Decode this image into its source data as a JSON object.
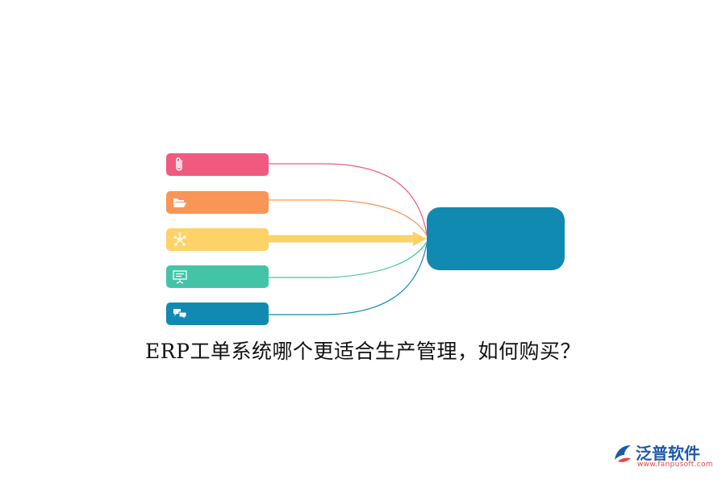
{
  "caption": "ERP工单系统哪个更适合生产管理，如何购买？",
  "nodes": [
    {
      "name": "node-1",
      "icon": "paperclip-icon",
      "color": "#f05a7e"
    },
    {
      "name": "node-2",
      "icon": "folder-open-icon",
      "color": "#f99557"
    },
    {
      "name": "node-3",
      "icon": "network-icon",
      "color": "#fdd266"
    },
    {
      "name": "node-4",
      "icon": "presentation-board-icon",
      "color": "#44c4a7"
    },
    {
      "name": "node-5",
      "icon": "chat-bubbles-icon",
      "color": "#118ab2"
    }
  ],
  "hub": {
    "color": "#118ab2"
  },
  "watermark": {
    "brand": "泛普软件",
    "url": "www.fanpusoft.com",
    "logo_icon": "fanpu-logo-icon"
  }
}
